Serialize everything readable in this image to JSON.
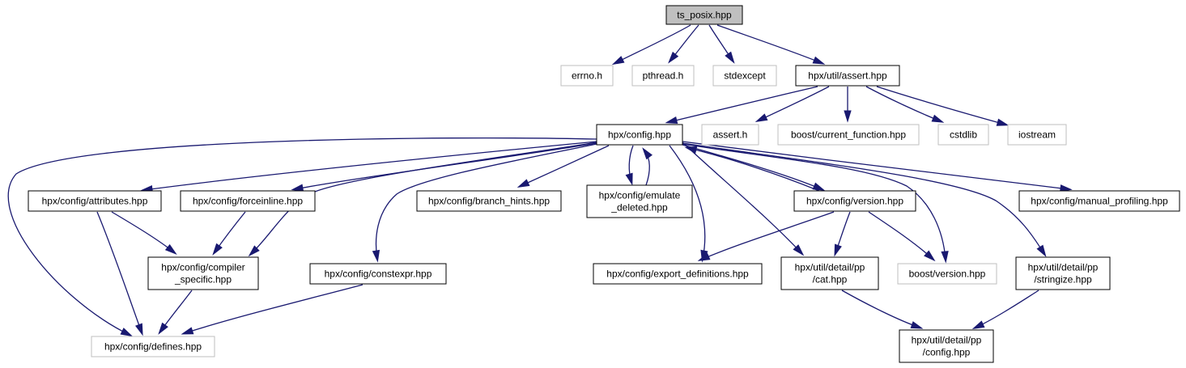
{
  "colors": {
    "edge": "#191970",
    "root_fill": "#bfbfbf",
    "node_border": "#000000",
    "external_border": "#bfbfbf",
    "background": "#ffffff"
  },
  "graph": {
    "nodes": [
      {
        "id": "ts_posix",
        "lines": [
          "ts_posix.hpp"
        ],
        "kind": "root"
      },
      {
        "id": "errno",
        "lines": [
          "errno.h"
        ],
        "kind": "external"
      },
      {
        "id": "pthread",
        "lines": [
          "pthread.h"
        ],
        "kind": "external"
      },
      {
        "id": "stdexcept",
        "lines": [
          "stdexcept"
        ],
        "kind": "external"
      },
      {
        "id": "assert_hpp",
        "lines": [
          "hpx/util/assert.hpp"
        ],
        "kind": "file"
      },
      {
        "id": "config",
        "lines": [
          "hpx/config.hpp"
        ],
        "kind": "file"
      },
      {
        "id": "assert_h",
        "lines": [
          "assert.h"
        ],
        "kind": "external"
      },
      {
        "id": "current_function",
        "lines": [
          "boost/current_function.hpp"
        ],
        "kind": "external"
      },
      {
        "id": "cstdlib",
        "lines": [
          "cstdlib"
        ],
        "kind": "external"
      },
      {
        "id": "iostream",
        "lines": [
          "iostream"
        ],
        "kind": "external"
      },
      {
        "id": "attributes",
        "lines": [
          "hpx/config/attributes.hpp"
        ],
        "kind": "file"
      },
      {
        "id": "forceinline",
        "lines": [
          "hpx/config/forceinline.hpp"
        ],
        "kind": "file"
      },
      {
        "id": "branch_hints",
        "lines": [
          "hpx/config/branch_hints.hpp"
        ],
        "kind": "file"
      },
      {
        "id": "emulate_deleted",
        "lines": [
          "hpx/config/emulate",
          "_deleted.hpp"
        ],
        "kind": "file"
      },
      {
        "id": "version",
        "lines": [
          "hpx/config/version.hpp"
        ],
        "kind": "file"
      },
      {
        "id": "manual_profiling",
        "lines": [
          "hpx/config/manual_profiling.hpp"
        ],
        "kind": "file"
      },
      {
        "id": "compiler_specific",
        "lines": [
          "hpx/config/compiler",
          "_specific.hpp"
        ],
        "kind": "file"
      },
      {
        "id": "constexpr",
        "lines": [
          "hpx/config/constexpr.hpp"
        ],
        "kind": "file"
      },
      {
        "id": "export_definitions",
        "lines": [
          "hpx/config/export_definitions.hpp"
        ],
        "kind": "file"
      },
      {
        "id": "pp_cat",
        "lines": [
          "hpx/util/detail/pp",
          "/cat.hpp"
        ],
        "kind": "file"
      },
      {
        "id": "boost_version",
        "lines": [
          "boost/version.hpp"
        ],
        "kind": "external"
      },
      {
        "id": "pp_stringize",
        "lines": [
          "hpx/util/detail/pp",
          "/stringize.hpp"
        ],
        "kind": "file"
      },
      {
        "id": "defines",
        "lines": [
          "hpx/config/defines.hpp"
        ],
        "kind": "external"
      },
      {
        "id": "pp_config",
        "lines": [
          "hpx/util/detail/pp",
          "/config.hpp"
        ],
        "kind": "file"
      }
    ],
    "edges": [
      {
        "from": "ts_posix",
        "to": "errno"
      },
      {
        "from": "ts_posix",
        "to": "pthread"
      },
      {
        "from": "ts_posix",
        "to": "stdexcept"
      },
      {
        "from": "ts_posix",
        "to": "assert_hpp"
      },
      {
        "from": "assert_hpp",
        "to": "config"
      },
      {
        "from": "assert_hpp",
        "to": "assert_h"
      },
      {
        "from": "assert_hpp",
        "to": "current_function"
      },
      {
        "from": "assert_hpp",
        "to": "cstdlib"
      },
      {
        "from": "assert_hpp",
        "to": "iostream"
      },
      {
        "from": "config",
        "to": "defines"
      },
      {
        "from": "config",
        "to": "attributes"
      },
      {
        "from": "config",
        "to": "compiler_specific"
      },
      {
        "from": "config",
        "to": "forceinline"
      },
      {
        "from": "config",
        "to": "constexpr"
      },
      {
        "from": "config",
        "to": "branch_hints"
      },
      {
        "from": "config",
        "to": "emulate_deleted"
      },
      {
        "from": "emulate_deleted",
        "to": "config"
      },
      {
        "from": "config",
        "to": "export_definitions"
      },
      {
        "from": "config",
        "to": "version"
      },
      {
        "from": "version",
        "to": "config"
      },
      {
        "from": "config",
        "to": "pp_cat"
      },
      {
        "from": "config",
        "to": "boost_version"
      },
      {
        "from": "config",
        "to": "pp_stringize"
      },
      {
        "from": "config",
        "to": "manual_profiling"
      },
      {
        "from": "attributes",
        "to": "compiler_specific"
      },
      {
        "from": "attributes",
        "to": "defines"
      },
      {
        "from": "forceinline",
        "to": "compiler_specific"
      },
      {
        "from": "compiler_specific",
        "to": "defines"
      },
      {
        "from": "constexpr",
        "to": "defines"
      },
      {
        "from": "version",
        "to": "export_definitions"
      },
      {
        "from": "version",
        "to": "pp_cat"
      },
      {
        "from": "version",
        "to": "boost_version"
      },
      {
        "from": "pp_cat",
        "to": "pp_config"
      },
      {
        "from": "pp_stringize",
        "to": "pp_config"
      }
    ]
  }
}
